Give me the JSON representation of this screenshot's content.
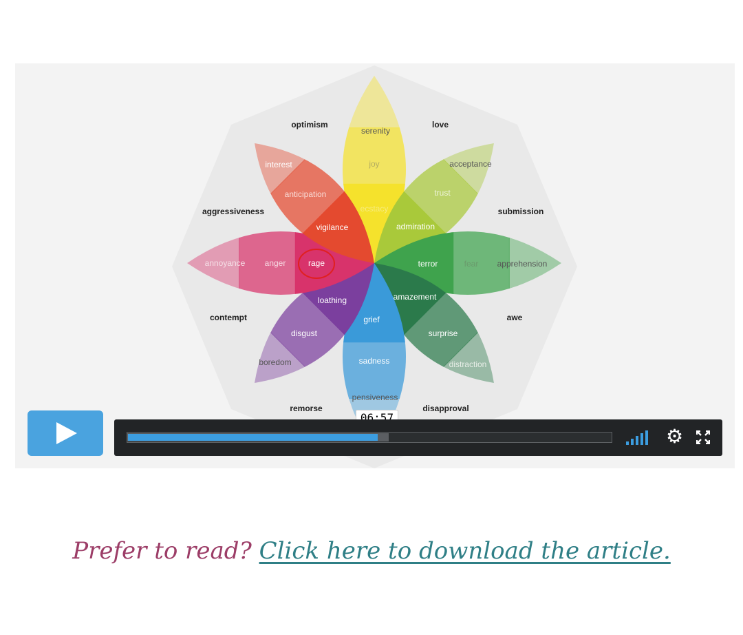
{
  "video": {
    "wheel": {
      "outer": {
        "optimism": "optimism",
        "love": "love",
        "submission": "submission",
        "awe": "awe",
        "disapproval": "disapproval",
        "remorse": "remorse",
        "contempt": "contempt",
        "aggressiveness": "aggressiveness"
      },
      "petals": {
        "serenity": "serenity",
        "joy": "joy",
        "ecstacy": "ecstacy",
        "acceptance": "acceptance",
        "trust": "trust",
        "admiration": "admiration",
        "apprehension": "apprehension",
        "fear": "fear",
        "terror": "terror",
        "distraction": "distraction",
        "surprise": "surprise",
        "amazement": "amazement",
        "pensiveness": "pensiveness",
        "sadness": "sadness",
        "grief": "grief",
        "boredom": "boredom",
        "disgust": "disgust",
        "loathing": "loathing",
        "annoyance": "annoyance",
        "anger": "anger",
        "rage": "rage",
        "interest": "interest",
        "anticipation": "anticipation",
        "vigilance": "vigilance"
      },
      "colors": {
        "joy": "#f5e22c",
        "trust": "#a9c93a",
        "fear": "#3fa34d",
        "surprise": "#2b7a4b",
        "sadness": "#3a9ad9",
        "disgust": "#7b3f9e",
        "anger": "#d8336b",
        "anticipation": "#e44a2f"
      }
    },
    "player": {
      "time": "06:57",
      "progress_played": 0.515,
      "progress_loaded": 0.54,
      "accent": "#3c9de0",
      "play_icon": "play-icon",
      "volume_icon": "volume-icon",
      "settings_icon": "gear-icon",
      "fullscreen_icon": "fullscreen-icon"
    }
  },
  "caption": {
    "prefix": "Prefer to read?",
    "link": "Click here to download the article."
  }
}
